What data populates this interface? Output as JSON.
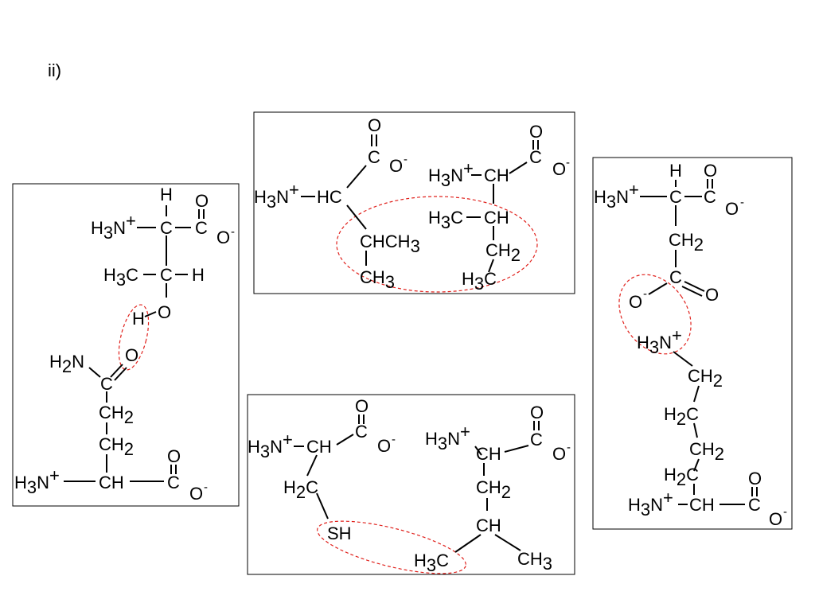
{
  "slide": {
    "label": "ii)"
  },
  "chem": {
    "H": "H",
    "C": "C",
    "O": "O",
    "N": "N",
    "S": "S",
    "HC": "HC",
    "CH": "CH",
    "SH": "SH",
    "CHCH": "CHCH",
    "sub2": "2",
    "sub3": "3",
    "plus": "+",
    "minus": "-"
  }
}
